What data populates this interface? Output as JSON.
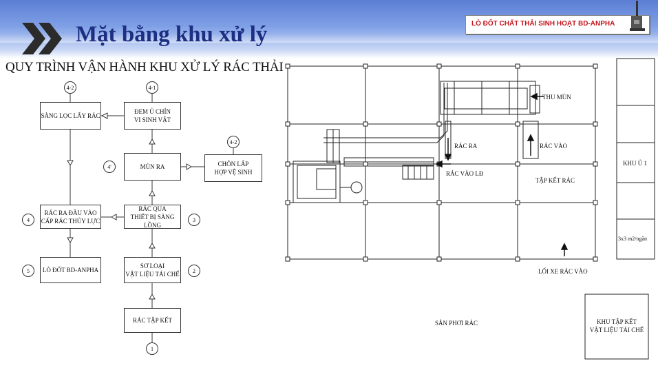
{
  "header": {
    "title": "Mặt bằng khu xử lý",
    "logo_text": "LÒ ĐỐT CHẤT THẢI SINH HOẠT BD-ANPHA"
  },
  "flow": {
    "title": "QUY TRÌNH VẬN HÀNH KHU XỬ LÝ RÁC THẢI",
    "boxes": {
      "sang_loc": "SÀNG LỌC LẤY RÁC",
      "dem_u": [
        "ĐEM Ủ CHÍN",
        "VI SINH VẬT"
      ],
      "mun_ra": "MÙN RA",
      "chon_lap": [
        "CHÔN LẤP",
        "HỢP VỆ SINH"
      ],
      "rac_ra_dau_vao": [
        "RÁC RA ĐẦU VÀO",
        "CẤP RÁC THỦY LỰC"
      ],
      "rac_qua": [
        "RÁC QUA",
        "THIẾT BỊ SÀNG LỒNG"
      ],
      "lo_dot": "LÒ ĐỐT BD-ANPHA",
      "so_loai": [
        "SƠ LOẠI",
        "VẬT LIỆU TÁI CHẾ"
      ],
      "rac_tap_ket": "RÁC TẬP KẾT"
    },
    "step_labels": {
      "s4_2a": "4-2",
      "s4_1": "4-1",
      "s4_2b": "4-2",
      "s4p": "4'",
      "s4": "4",
      "s3": "3",
      "s5": "5",
      "s2": "2",
      "s1": "1"
    }
  },
  "plan": {
    "labels": {
      "thu_mun": "THU MÙN",
      "rac_ra": "RÁC RA",
      "rac_vao": "RÁC VÀO",
      "rac_vao_ld": "RÁC VÀO LĐ",
      "tap_ket_rac": "TẬP KẾT RÁC",
      "khu_u": "KHU Ủ 1",
      "cell_size": "3x3 m2/ngăn",
      "loi_xe": "LỐI XE RÁC VÀO",
      "san_phoi": "SÂN PHƠI RÁC",
      "khu_tap_ket": [
        "KHU TẬP KẾT",
        "VẬT LIỆU TÁI CHẾ"
      ]
    }
  }
}
